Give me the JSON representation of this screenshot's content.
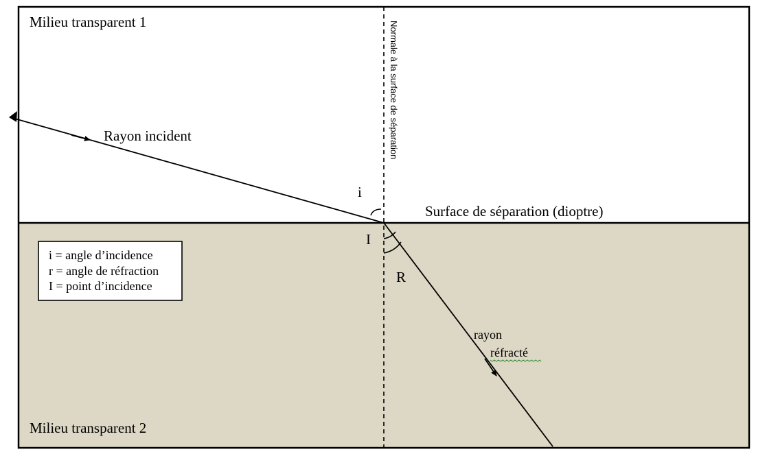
{
  "diagram": {
    "medium_top_label": "Milieu transparent 1",
    "medium_bottom_label": "Milieu transparent 2",
    "normal_label": "Normale à la surface de séparation",
    "surface_label": "Surface de séparation (dioptre)",
    "incident_ray_label": "Rayon incident",
    "refracted_ray_label_line1": "rayon",
    "refracted_ray_label_line2": "réfracté",
    "angle_i_label": "i",
    "angle_r_label": "R",
    "point_label": "I",
    "legend": [
      "i = angle d’incidence",
      "r = angle de réfraction",
      "I = point d’incidence"
    ],
    "colors": {
      "medium_top": "#ffffff",
      "medium_bottom": "#ddd8c5",
      "lines": "#000000",
      "spellcheck_underline": "#2e8b2e"
    }
  }
}
